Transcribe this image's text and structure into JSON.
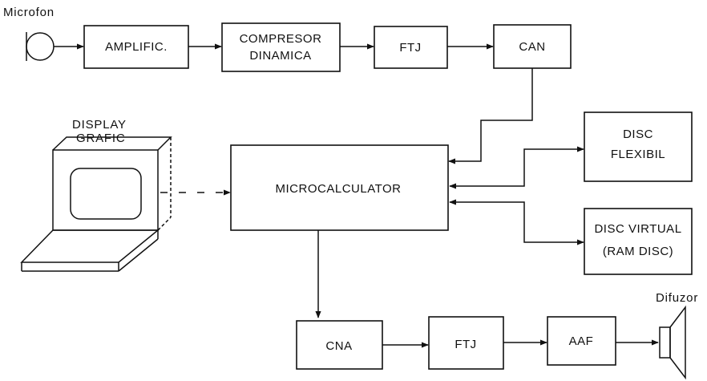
{
  "labels": {
    "microphone": "Microfon",
    "display": "DISPLAY",
    "display_sub": "GRAFIC",
    "speaker": "Difuzor"
  },
  "blocks": {
    "amplific": "AMPLIFIC.",
    "compressor_line1": "COMPRESOR",
    "compressor_line2": "DINAMICA",
    "ftj_in": "FTJ",
    "can": "CAN",
    "microcalculator": "MICROCALCULATOR",
    "disc_flexibil_line1": "DISC",
    "disc_flexibil_line2": "FLEXIBIL",
    "disc_virtual_line1": "DISC VIRTUAL",
    "disc_virtual_line2": "(RAM DISC)",
    "cna": "CNA",
    "ftj_out": "FTJ",
    "aaf": "AAF"
  },
  "colors": {
    "ink": "#111111",
    "paper": "#ffffff"
  }
}
